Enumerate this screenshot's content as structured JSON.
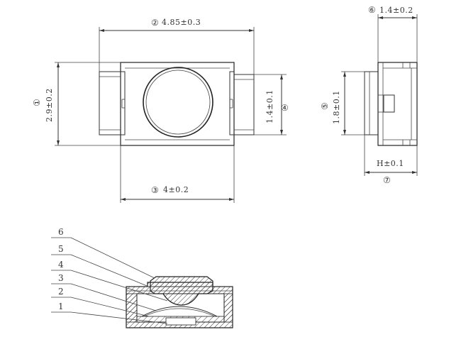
{
  "dimensions": {
    "d1": {
      "marker": "①",
      "text": "2.9±0.2"
    },
    "d2": {
      "marker": "②",
      "text": "4.85±0.3"
    },
    "d3": {
      "marker": "③",
      "text": "4±0.2"
    },
    "d4": {
      "marker": "④",
      "text": "1.4±0.1"
    },
    "d5": {
      "marker": "⑤",
      "text": "1.8±0.1"
    },
    "d6": {
      "marker": "⑥",
      "text": "1.4±0.2"
    },
    "d7": {
      "marker": "⑦",
      "text": "H±0.1"
    }
  },
  "section_labels": [
    "6",
    "5",
    "4",
    "3",
    "2",
    "1"
  ]
}
